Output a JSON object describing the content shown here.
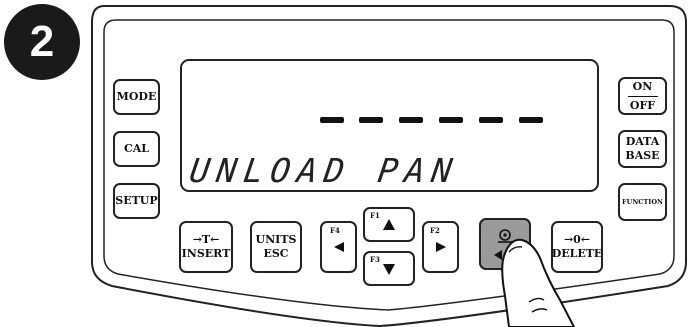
{
  "step_number": "2",
  "display": {
    "message": "UNLOAD PAN"
  },
  "keys": {
    "mode": "MODE",
    "cal": "CAL",
    "setup": "SETUP",
    "on": "ON",
    "off": "OFF",
    "database_line1": "DATA",
    "database_line2": "BASE",
    "function": "FUNCTION",
    "tare_symbol": "→T←",
    "insert": "INSERT",
    "units": "UNITS",
    "esc": "ESC",
    "f1": "F1",
    "f2": "F2",
    "f3": "F3",
    "f4": "F4",
    "zero_symbol": "→0←",
    "delete": "DELETE"
  },
  "colors": {
    "outline": "#222222",
    "print_key": "#9a9a9a",
    "background": "#ffffff"
  }
}
